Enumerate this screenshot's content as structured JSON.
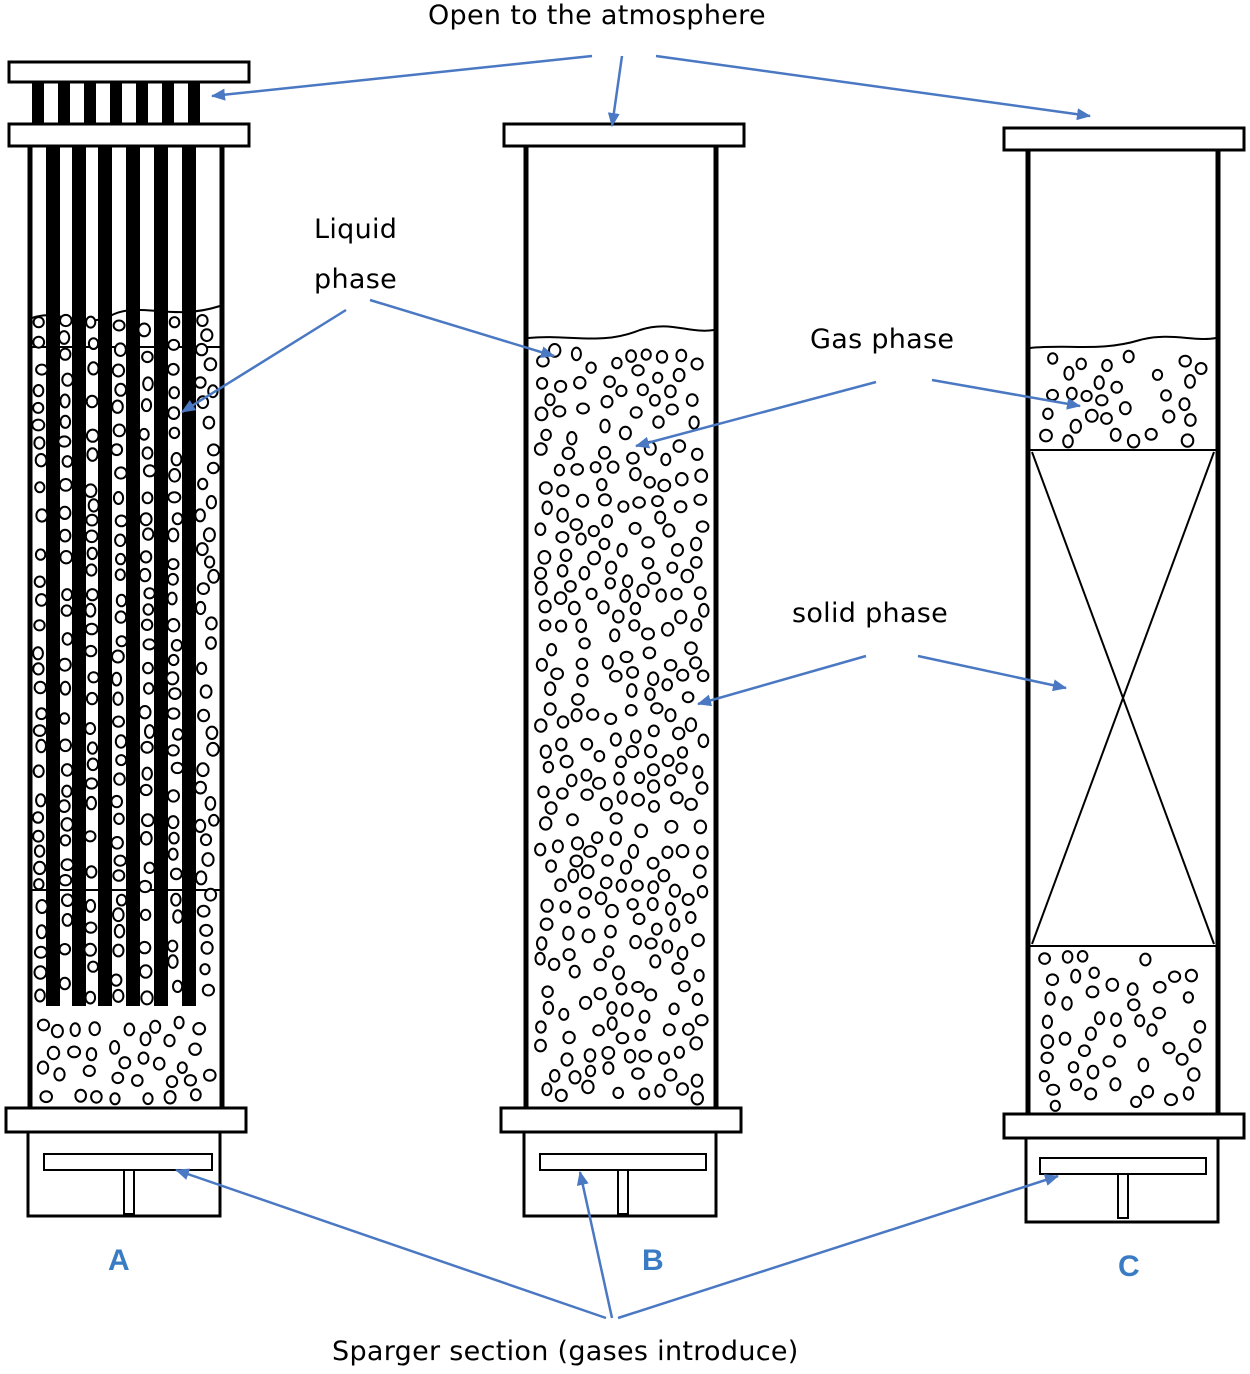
{
  "labels": {
    "top": "Open to the atmosphere",
    "liquid_line1": "Liquid",
    "liquid_line2": "phase",
    "gas": "Gas phase",
    "solid": "solid phase",
    "sparger": "Sparger section (gases introduce)"
  },
  "columns": [
    {
      "label": "A"
    },
    {
      "label": "B"
    },
    {
      "label": "C"
    }
  ],
  "colors": {
    "arrow": "#4a78c2",
    "column_label": "#3a7cc4",
    "line": "#000000"
  }
}
